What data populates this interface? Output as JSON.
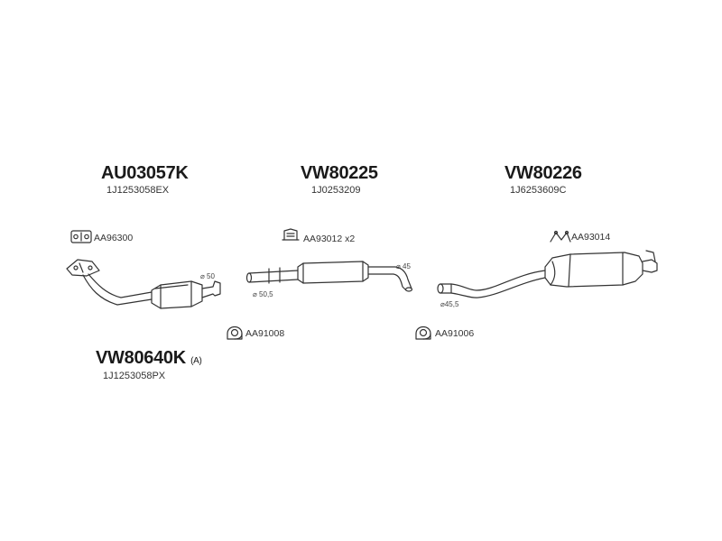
{
  "parts": {
    "front": {
      "code": "AU03057K",
      "oem": "1J1253058EX",
      "gasket_ref": "AA96300",
      "diameter": "⌀ 50"
    },
    "middle": {
      "code": "VW80225",
      "oem": "1J0253209",
      "bracket_ref": "AA93012 x2",
      "diameter_inlet": "⌀ 50,5",
      "diameter_outlet": "⌀ 45"
    },
    "rear": {
      "code": "VW80226",
      "oem": "1J6253609C",
      "hanger_ref": "AA93014",
      "diameter": "⌀45,5"
    },
    "alt_front": {
      "code": "VW80640K",
      "suffix": "(A)",
      "oem": "1J1253058PX"
    },
    "clamps": {
      "left_ref": "AA91008",
      "right_ref": "AA91006"
    }
  }
}
